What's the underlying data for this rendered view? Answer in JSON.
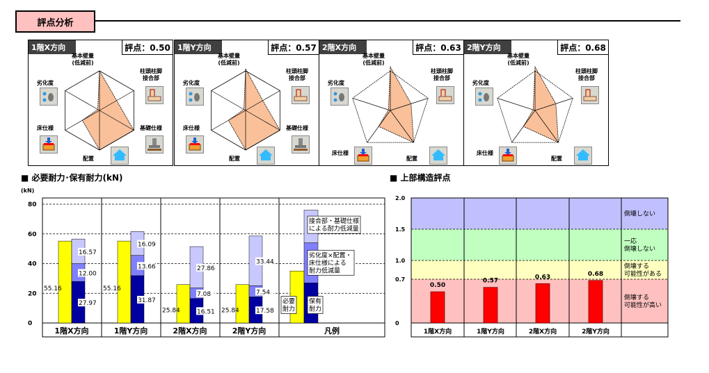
{
  "title": "評点分析",
  "radar_axes_1f": [
    "基本壁量\n(低減前)",
    "柱頭柱脚\n接合部",
    "基礎仕様",
    "配置",
    "床仕様",
    "劣化度"
  ],
  "radar_axes_2f": [
    "基本壁量\n(低減前)",
    "柱頭柱脚\n接合部",
    "配置",
    "床仕様",
    "劣化度"
  ],
  "panels": [
    {
      "tab": "1階X方向",
      "score": "評点：0.50",
      "type": "hex",
      "values": [
        1.0,
        0.5,
        1.0,
        1.0,
        0.5,
        0.05
      ]
    },
    {
      "tab": "1階Y方向",
      "score": "評点：0.57",
      "type": "hex",
      "values": [
        1.05,
        0.5,
        1.0,
        1.0,
        0.5,
        0.05
      ]
    },
    {
      "tab": "2階X方向",
      "score": "評点：0.63",
      "type": "pent",
      "values": [
        1.1,
        0.55,
        1.0,
        0.5,
        0.05
      ]
    },
    {
      "tab": "2階Y方向",
      "score": "評点：0.68",
      "type": "pent",
      "values": [
        1.1,
        0.55,
        1.0,
        0.5,
        0.05
      ]
    }
  ],
  "colors": {
    "radar_fill": "#f9c09a",
    "required": "#ffff00",
    "held": "#0000a0",
    "reduce1": "#8080ff",
    "reduce2": "#c8c8ff",
    "score_bar": "#ff0000",
    "band_high": "#ffc0c0",
    "band_mid": "#ffffc0",
    "band_ok": "#c0ffc0",
    "band_safe": "#c0c0ff"
  },
  "chart_data": [
    {
      "type": "bar",
      "title": "■ 必要耐力･保有耐力(kN)",
      "ylabel": "(kN)",
      "ylim": [
        0,
        80
      ],
      "yticks": [
        "0",
        "20",
        "40",
        "60",
        "80"
      ],
      "categories": [
        "1階X方向",
        "1階Y方向",
        "2階X方向",
        "2階Y方向"
      ],
      "series": [
        {
          "name": "必要耐力",
          "values": [
            55.16,
            55.16,
            25.84,
            25.84
          ]
        },
        {
          "name": "保有耐力",
          "values": [
            27.97,
            31.87,
            16.51,
            17.58
          ]
        },
        {
          "name": "劣化度×配置・床仕様による耐力低減量",
          "values": [
            12.0,
            13.66,
            7.08,
            7.54
          ]
        },
        {
          "name": "接合部・基礎仕様による耐力低減量",
          "values": [
            16.57,
            16.09,
            27.86,
            33.44
          ]
        }
      ],
      "value_labels": [
        [
          "55.16",
          "27.97",
          "12.00",
          "16.57"
        ],
        [
          "55.16",
          "31.87",
          "13.66",
          "16.09"
        ],
        [
          "25.84",
          "16.51",
          "7.08",
          "27.86"
        ],
        [
          "25.84",
          "17.58",
          "7.54",
          "33.44"
        ]
      ],
      "legend": {
        "category": "凡例",
        "required": [
          "必要",
          "耐力"
        ],
        "held": [
          "保有",
          "耐力"
        ],
        "reduce1": [
          "劣化度×配置・",
          "床仕様による",
          "耐力低減量"
        ],
        "reduce2": [
          "接合部・基礎仕様",
          "による耐力低減量"
        ]
      }
    },
    {
      "type": "bar",
      "title": "■ 上部構造評点",
      "ylim": [
        0,
        2.0
      ],
      "yticks": [
        "0",
        "0.7",
        "1.0",
        "1.5",
        "2.0"
      ],
      "categories": [
        "1階X方向",
        "1階Y方向",
        "2階X方向",
        "2階Y方向"
      ],
      "values": [
        0.5,
        0.57,
        0.63,
        0.68
      ],
      "value_labels": [
        "0.50",
        "0.57",
        "0.63",
        "0.68"
      ],
      "bands": [
        {
          "from": 0,
          "to": 0.7,
          "label": [
            "倒壊する",
            "可能性が高い"
          ]
        },
        {
          "from": 0.7,
          "to": 1.0,
          "label": [
            "倒壊する",
            "可能性がある"
          ]
        },
        {
          "from": 1.0,
          "to": 1.5,
          "label": [
            "一応",
            "倒壊しない"
          ]
        },
        {
          "from": 1.5,
          "to": 2.0,
          "label": [
            "倒壊しない"
          ]
        }
      ]
    }
  ]
}
